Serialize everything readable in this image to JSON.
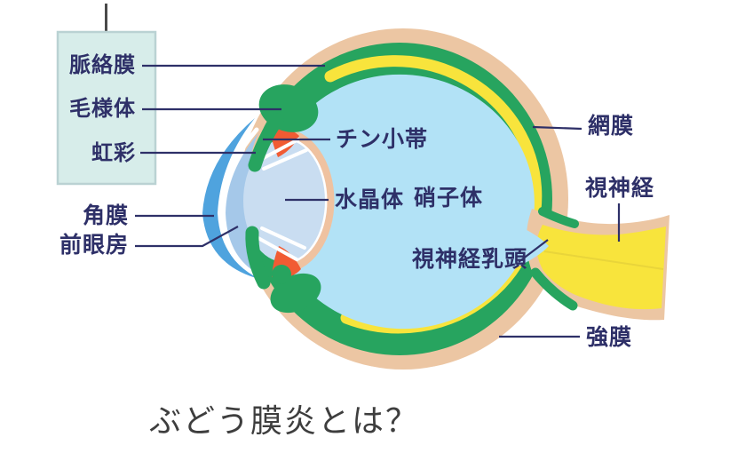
{
  "anatomy": {
    "title": "ぶどう膜炎とは？",
    "labels": {
      "choroid": "脈絡膜",
      "ciliary_body": "毛様体",
      "iris": "虹彩",
      "cornea": "角膜",
      "anterior_chamber": "前眼房",
      "zonules": "チン小帯",
      "lens": "水晶体",
      "vitreous": "硝子体",
      "retina": "網膜",
      "optic_nerve": "視神経",
      "optic_disc": "視神経乳頭",
      "sclera": "強膜"
    },
    "colors": {
      "sclera_tan": "#ecc6a3",
      "choroid_green": "#27a45f",
      "retina_yellow": "#f8e43c",
      "vitreous_blue": "#b2e2f6",
      "cornea_blue": "#4fa3de",
      "aqueous_blue": "#a5c8e9",
      "lens_blue": "#c9ddf1",
      "capsule_peach": "#efc2a0",
      "muscle_orange": "#f15b33",
      "label_navy": "#2e3068",
      "title_gray": "#3e3e3e",
      "box_fill": "#d7edea",
      "box_border": "#bad2d3",
      "pointer_dark": "#4a4a4a"
    }
  }
}
